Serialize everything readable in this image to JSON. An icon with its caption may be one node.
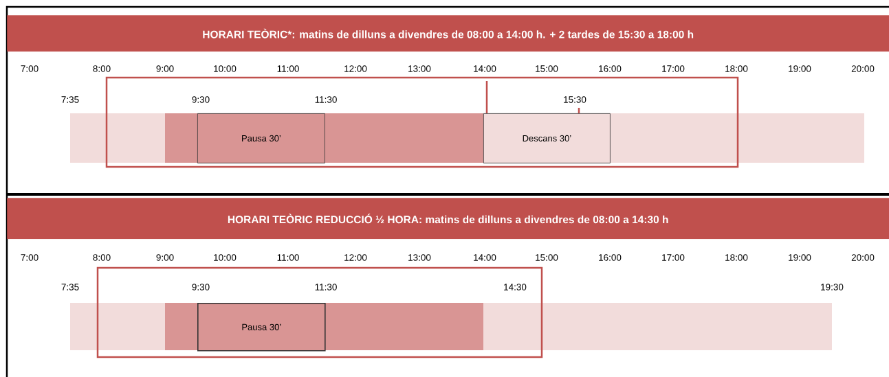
{
  "diagram": {
    "nodes": [
      {
        "text": [
          "HORARI TEÒRIC*: matins de dilluns a divendres de 08:00 a 14:00 h. + 2 tardes de 15:30 a 18:00 h"
        ]
      },
      {
        "text": [
          "Pausa 30’"
        ]
      },
      {
        "text": [
          "Descans 30’"
        ]
      },
      {
        "text": [
          "HORARI TEÒRIC REDUCCIÓ ½ HORA: matins de dilluns a divendres de 08:00 a 14:30 h"
        ]
      },
      {
        "text": [
          "Pausa 30’"
        ]
      }
    ],
    "labels": [
      "7:00",
      "8:00",
      "9:00",
      "10:00",
      "11:00",
      "12:00",
      "13:00",
      "14:00",
      "15:00",
      "16:00",
      "17:00",
      "18:00",
      "19:00",
      "20:00",
      "7:35",
      "9:30",
      "11:30",
      "15:30",
      "7:00",
      "8:00",
      "9:00",
      "10:00",
      "11:00",
      "12:00",
      "13:00",
      "14:00",
      "15:00",
      "16:00",
      "17:00",
      "18:00",
      "19:00",
      "20:00",
      "7:35",
      "9:30",
      "11:30",
      "14:30",
      "19:30"
    ]
  }
}
